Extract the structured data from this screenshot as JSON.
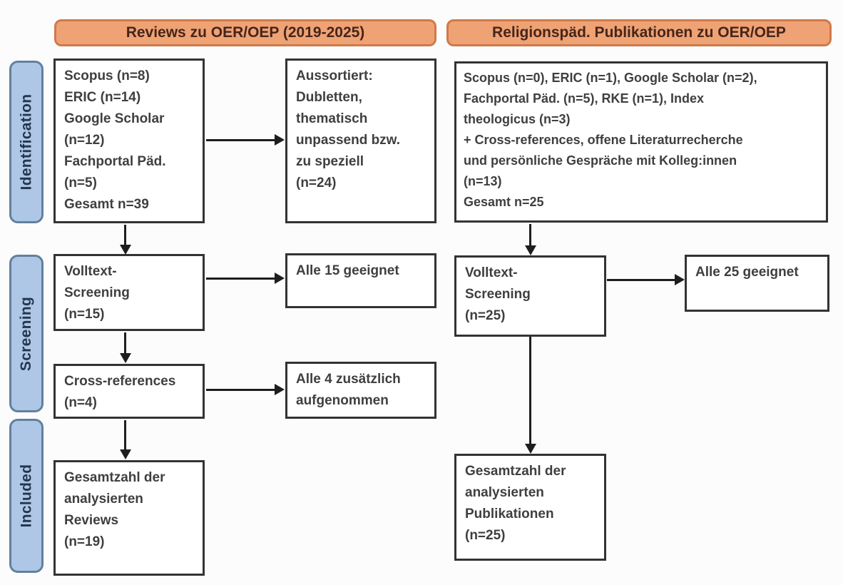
{
  "headers": {
    "left": "Reviews zu OER/OEP (2019-2025)",
    "right": "Religionspäd. Publikationen zu OER/OEP"
  },
  "stages": {
    "identification": "Identification",
    "screening": "Screening",
    "included": "Included"
  },
  "left_column": {
    "sources_box": "Scopus (n=8)\nERIC (n=14)\nGoogle Scholar\n(n=12)\nFachportal Päd.\n(n=5)\nGesamt n=39",
    "excluded_box": "Aussortiert:\nDubletten,\nthematisch\nunpassend bzw.\nzu speziell\n(n=24)",
    "fulltext_box": "Volltext-\nScreening\n(n=15)",
    "fulltext_result_box": "Alle 15 geeignet",
    "crossref_box": "Cross-references\n(n=4)",
    "crossref_result_box": "Alle 4 zusätzlich\naufgenommen",
    "included_box": "Gesamtzahl der\nanalysierten\nReviews\n(n=19)"
  },
  "right_column": {
    "sources_box": "Scopus (n=0), ERIC (n=1), Google Scholar (n=2),\nFachportal Päd. (n=5), RKE (n=1), Index\ntheologicus (n=3)\n+ Cross-references, offene Literaturrecherche\nund persönliche Gespräche mit Kolleg:innen\n(n=13)\nGesamt n=25",
    "fulltext_box": "Volltext-\nScreening\n(n=25)",
    "fulltext_result_box": "Alle 25 geeignet",
    "included_box": "Gesamtzahl der\nanalysierten\nPublikationen\n(n=25)"
  },
  "colors": {
    "header_fill": "#EFA274",
    "header_border": "#CF7A4B",
    "header_text": "#46251A",
    "stage_fill": "#AFC7E6",
    "stage_border": "#62809F",
    "stage_text": "#24364F",
    "box_border": "#333333",
    "box_text": "#3F3F3F",
    "arrow": "#1E1E1E"
  }
}
